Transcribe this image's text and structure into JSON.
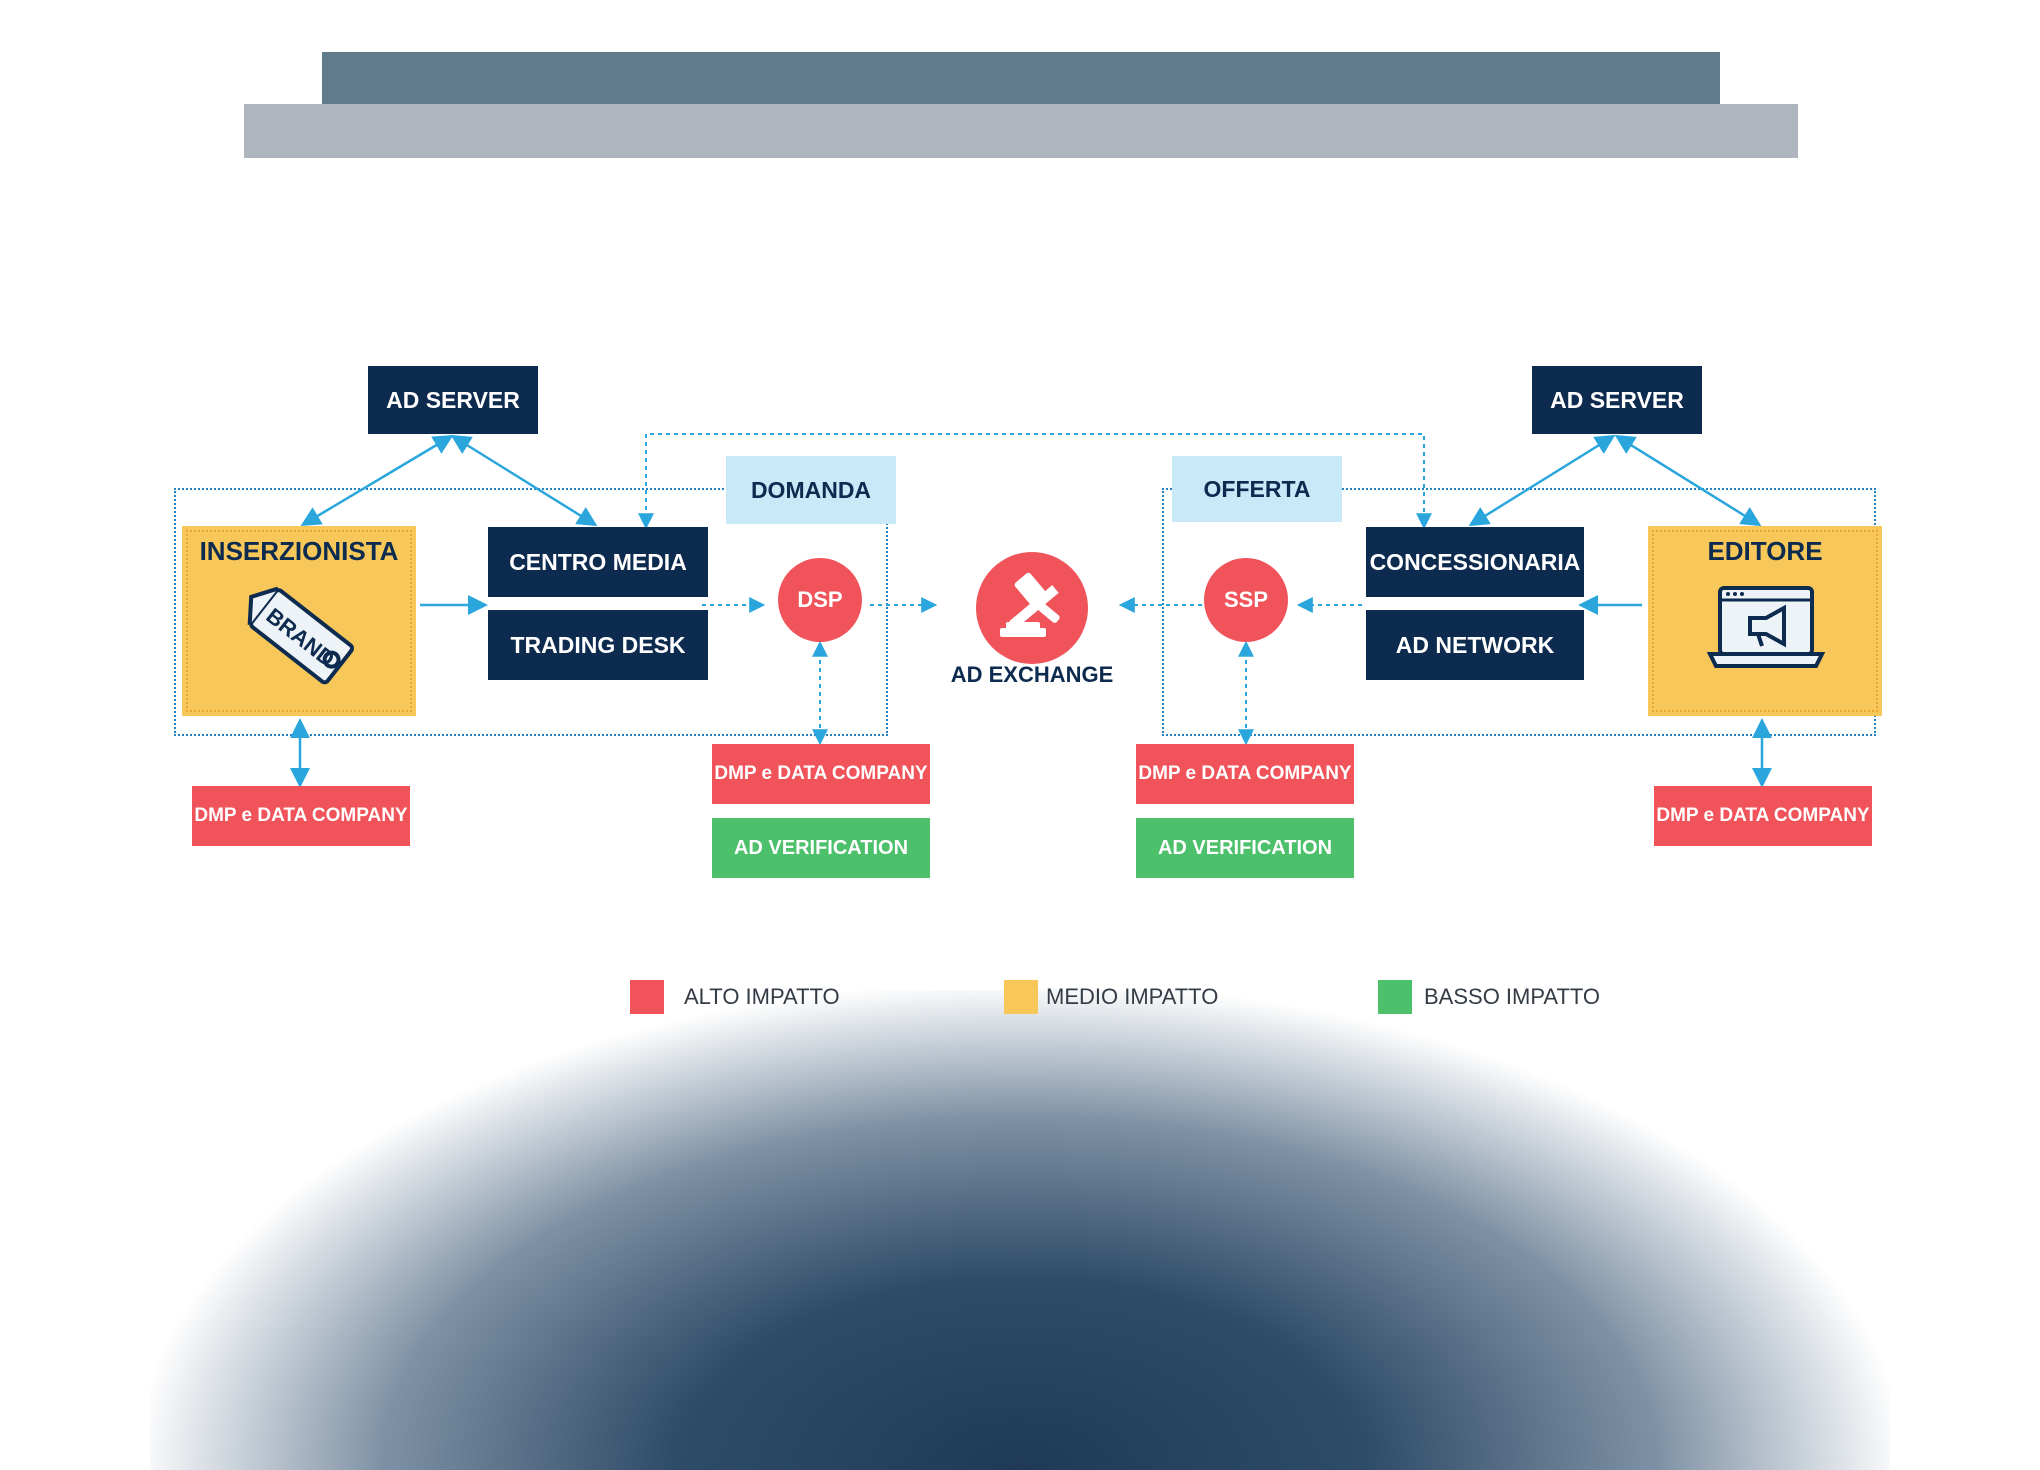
{
  "colors": {
    "navy": "#0d2a4f",
    "red": "#f0545a",
    "yellow": "#f7c75a",
    "green": "#4cc06b",
    "light_blue": "#c9e8f8",
    "arrow": "#2aa6dd"
  },
  "demand": {
    "ad_server": "AD SERVER",
    "advertiser": "INSERZIONISTA",
    "brand_tag": "BRAND",
    "media_center": "CENTRO MEDIA",
    "trading_desk": "TRADING DESK",
    "group_label": "DOMANDA",
    "dsp": "DSP",
    "dmp_left": "DMP e DATA COMPANY",
    "dmp_dsp": "DMP e DATA COMPANY",
    "verification": "AD VERIFICATION"
  },
  "exchange": {
    "label": "AD EXCHANGE",
    "icon": "gavel-icon"
  },
  "supply": {
    "ad_server": "AD SERVER",
    "publisher": "EDITORE",
    "concessionaire": "CONCESSIONARIA",
    "ad_network": "AD NETWORK",
    "group_label": "OFFERTA",
    "ssp": "SSP",
    "dmp_ssp": "DMP e DATA COMPANY",
    "dmp_right": "DMP e DATA COMPANY",
    "verification": "AD VERIFICATION"
  },
  "legend": [
    {
      "label": "ALTO IMPATTO",
      "color": "#f0545a"
    },
    {
      "label": "MEDIO IMPATTO",
      "color": "#f7c75a"
    },
    {
      "label": "BASSO IMPATTO",
      "color": "#4cc06b"
    }
  ]
}
